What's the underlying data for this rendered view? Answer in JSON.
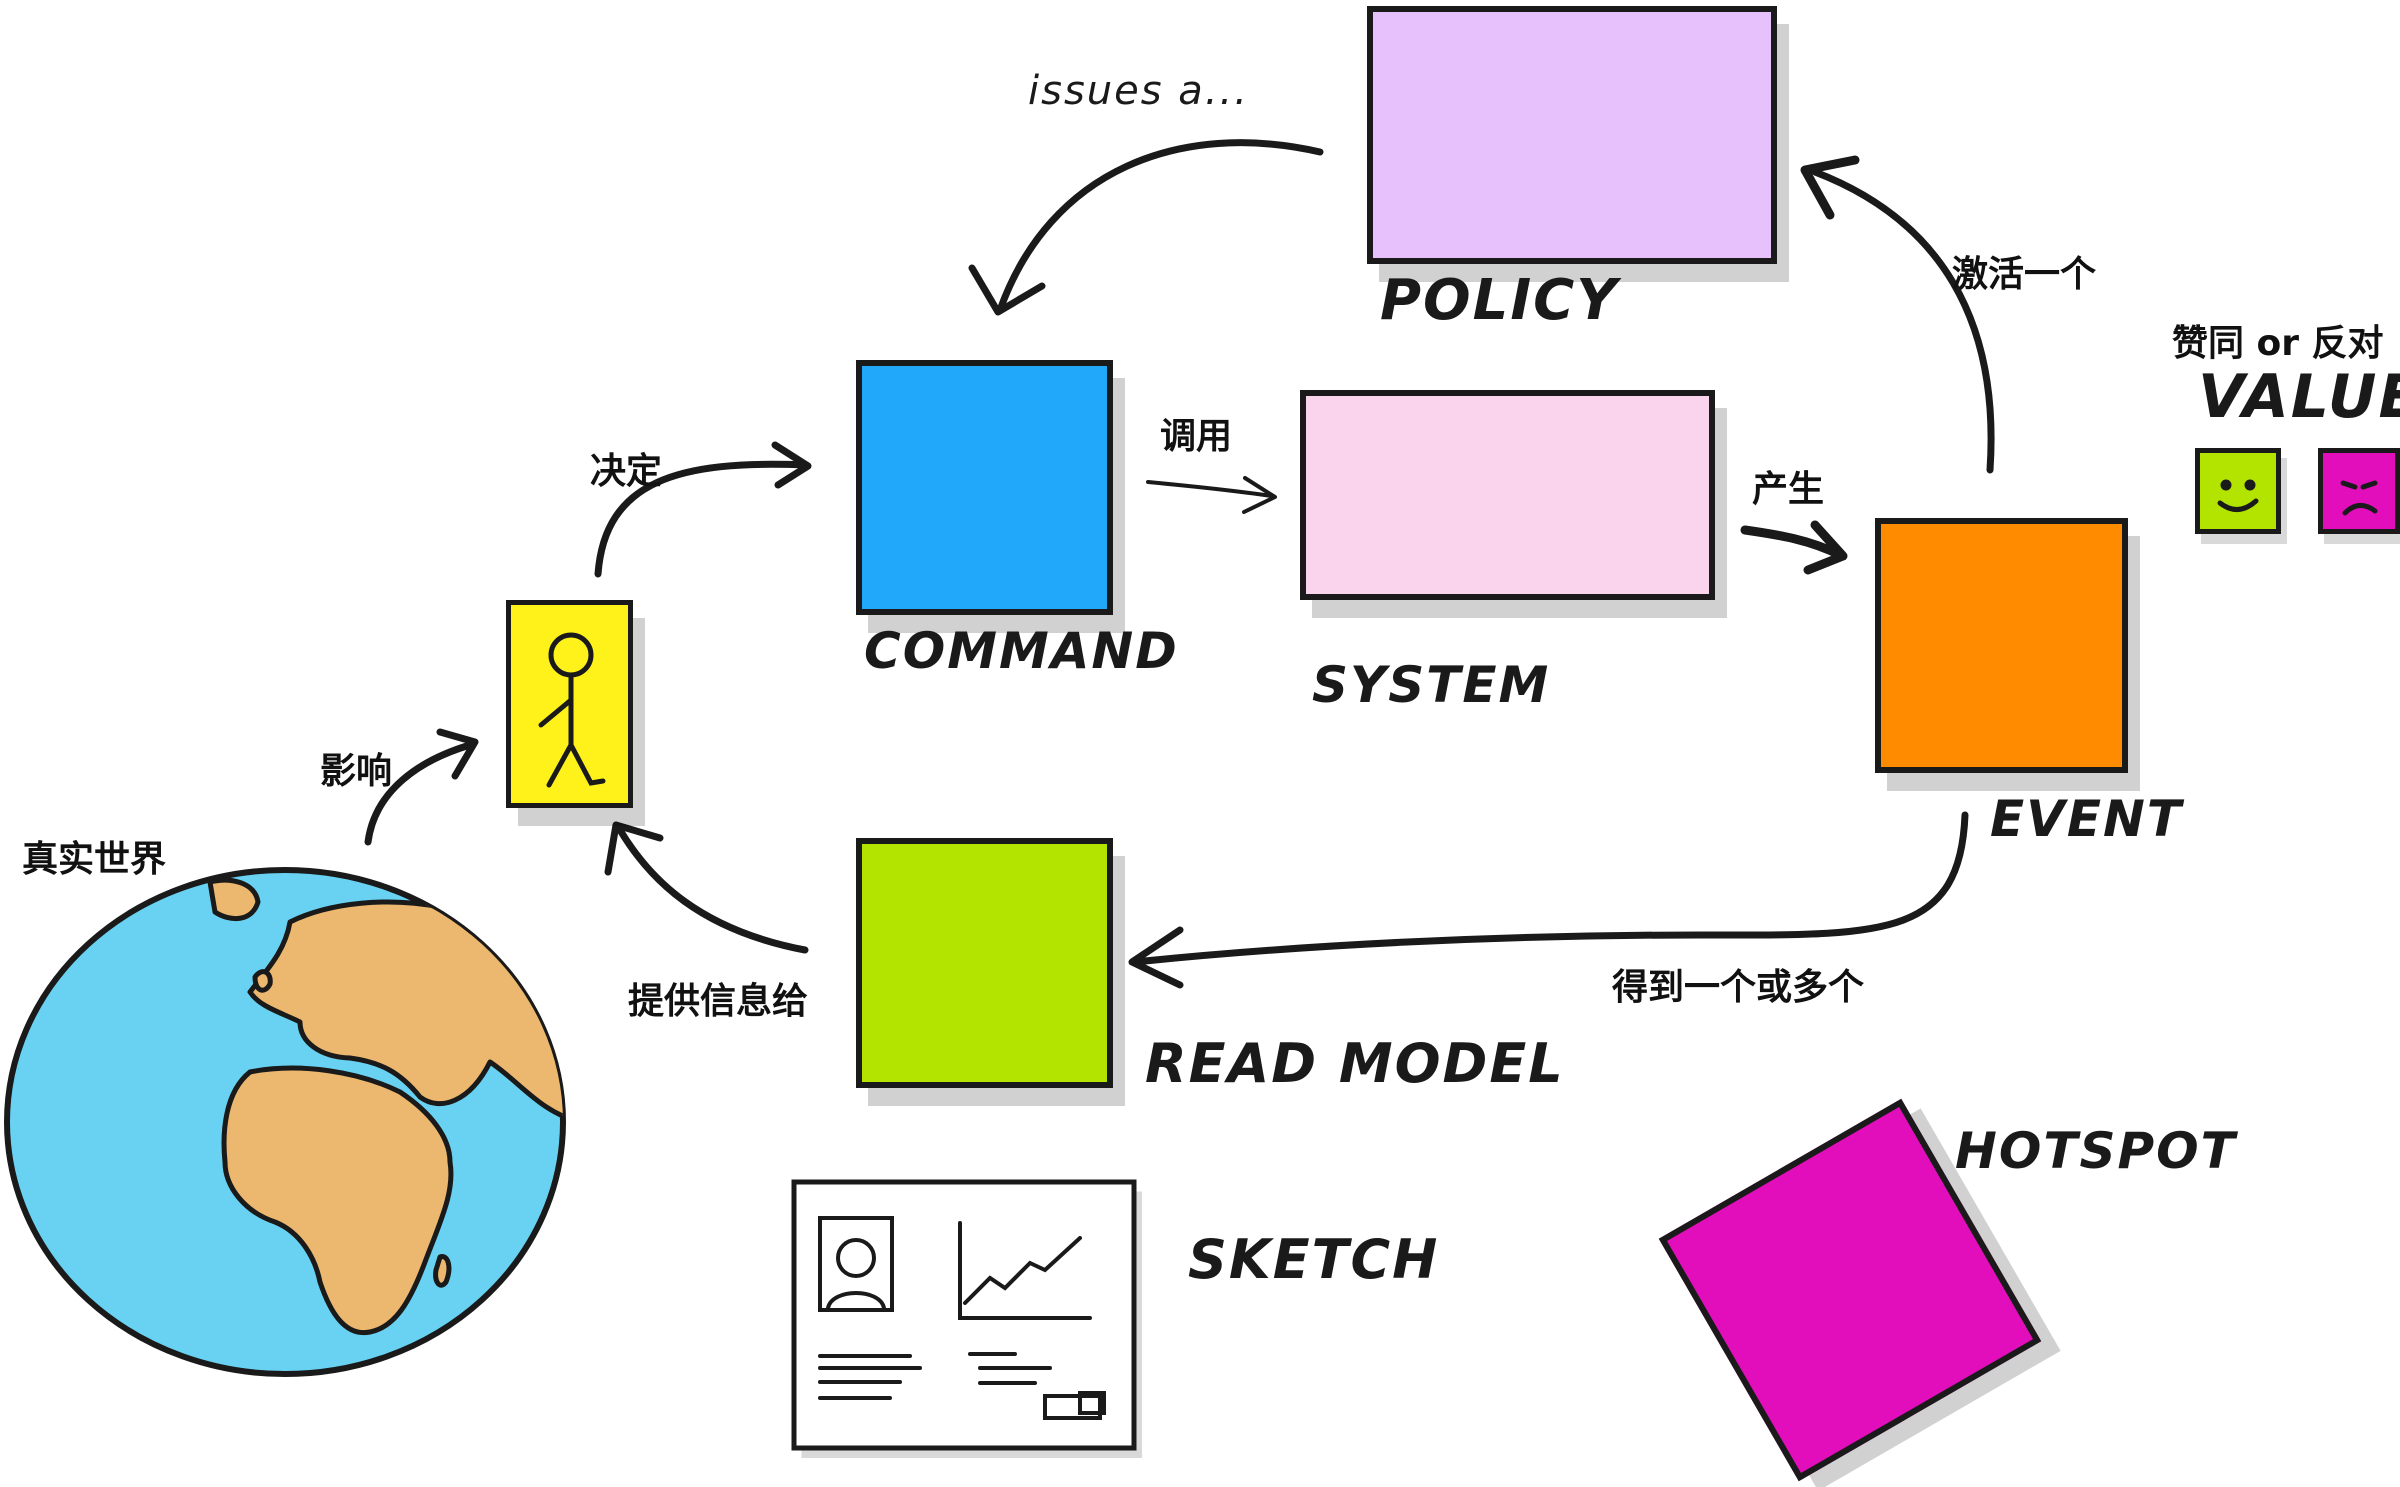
{
  "nodes": {
    "command": {
      "label": "COMMAND",
      "color": "#22a8fb"
    },
    "system": {
      "label": "SYSTEM",
      "color": "#fad4ec"
    },
    "policy": {
      "label": "POLICY",
      "color": "#e6c1fc"
    },
    "event": {
      "label": "EVENT",
      "color": "#ff8c00"
    },
    "read_model": {
      "label": "READ MODEL",
      "color": "#b2e400"
    },
    "hotspot": {
      "label": "HOTSPOT",
      "color": "#e20dbb"
    },
    "actor": {
      "color": "#fff21a"
    },
    "sketch": {
      "label": "SKETCH"
    },
    "world": {
      "label": "真实世界",
      "ocean": "#69d2f2",
      "land": "#ecb86f"
    }
  },
  "edges": {
    "policy_to_command": "issues a...",
    "command_to_system": "调用",
    "system_to_event": "产生",
    "event_to_policy": "激活一个",
    "event_to_read_model": "得到一个或多个",
    "read_model_to_actor": "提供信息给",
    "actor_to_command": "决定",
    "world_to_actor": "影响"
  },
  "value": {
    "caption": "赞同 or 反对",
    "label": "VALUE",
    "positive_color": "#b2e400",
    "negative_color": "#e20dbb"
  }
}
